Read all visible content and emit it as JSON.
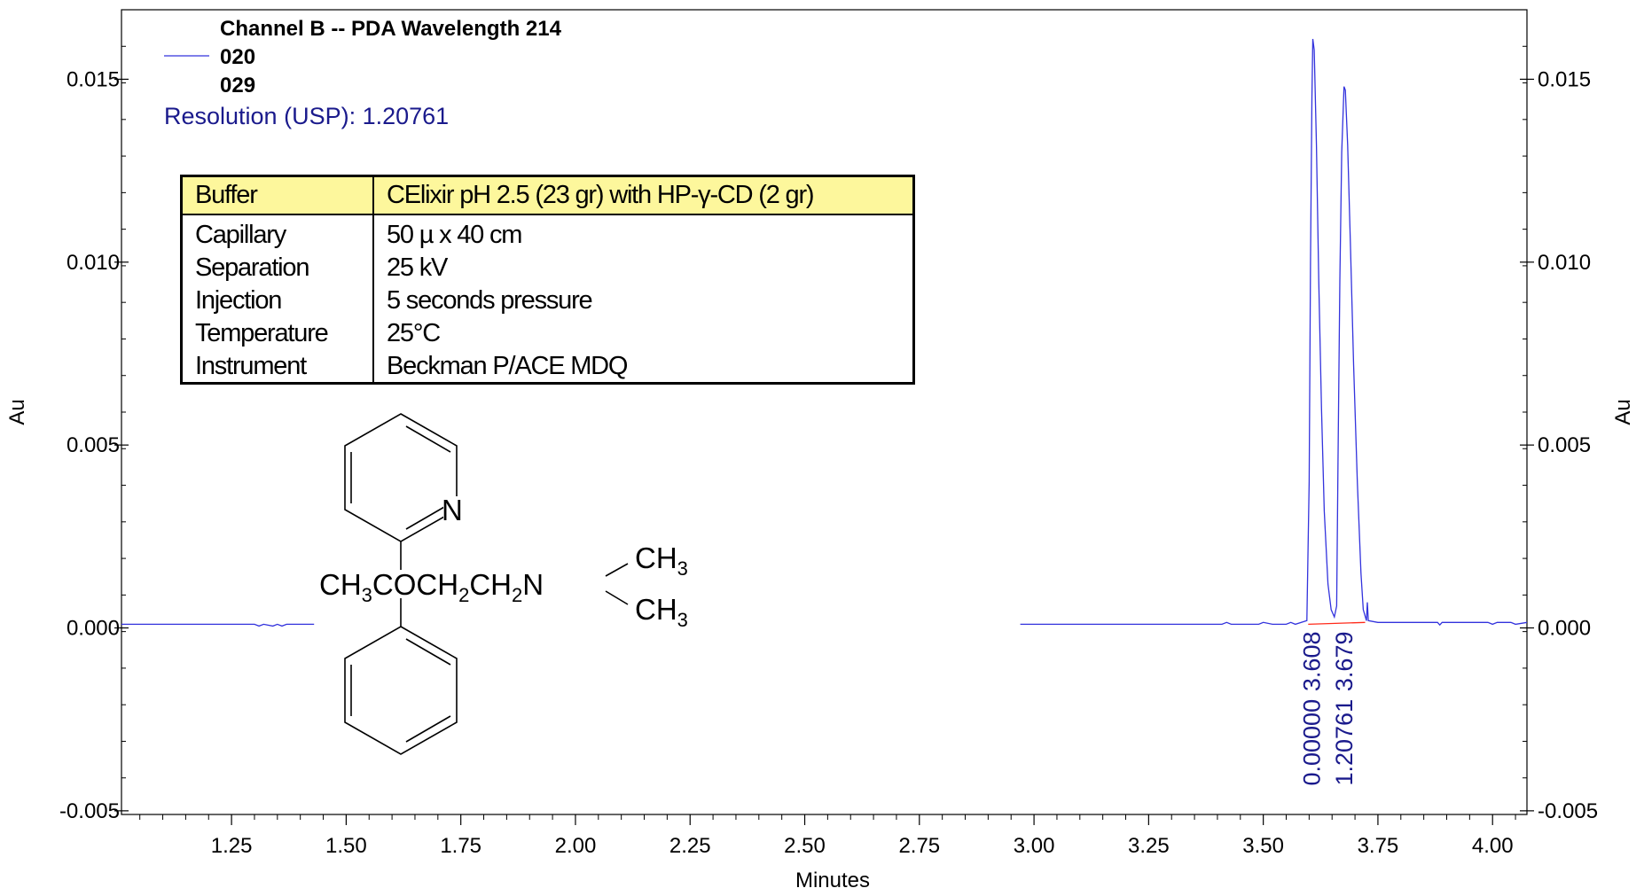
{
  "legend": {
    "title": "Channel B -- PDA Wavelength 214",
    "entries": [
      "020",
      "029"
    ],
    "line_color": "#3333dd"
  },
  "resolution_text": "Resolution (USP): 1.20761",
  "info_table": {
    "header": {
      "key": "Buffer",
      "value": "CElixir pH 2.5 (23 gr) with HP-γ-CD (2 gr)"
    },
    "rows": [
      {
        "key": "Capillary",
        "value": "50 µ x 40 cm"
      },
      {
        "key": "Separation",
        "value": "25 kV"
      },
      {
        "key": "Injection",
        "value": "5 seconds pressure"
      },
      {
        "key": "Temperature",
        "value": "25°C"
      },
      {
        "key": "Instrument",
        "value": "Beckman P/ACE MDQ"
      }
    ],
    "header_color": "#fdf79c"
  },
  "structure_labels": {
    "nitrogen": "N",
    "chain_parts": [
      "CH",
      "3",
      "COCH",
      "2",
      "CH",
      "2",
      "N"
    ],
    "methyl_top": [
      "CH",
      "3"
    ],
    "methyl_bottom": [
      "CH",
      "3"
    ]
  },
  "chart_data": {
    "type": "line",
    "xlabel": "Minutes",
    "ylabel_left": "Au",
    "ylabel_right": "Au",
    "xlim": [
      1.01,
      4.075
    ],
    "ylim": [
      -0.0051,
      0.0169
    ],
    "x_ticks": [
      "1.25",
      "1.50",
      "1.75",
      "2.00",
      "2.25",
      "2.50",
      "2.75",
      "3.00",
      "3.25",
      "3.50",
      "3.75",
      "4.00"
    ],
    "x_tick_values": [
      1.25,
      1.5,
      1.75,
      2.0,
      2.25,
      2.5,
      2.75,
      3.0,
      3.25,
      3.5,
      3.75,
      4.0
    ],
    "y_ticks": [
      "0.015",
      "0.010",
      "0.005",
      "0.000",
      "-0.005"
    ],
    "y_tick_values": [
      0.015,
      0.01,
      0.005,
      0.0,
      -0.005
    ],
    "grid": false,
    "series": [
      {
        "name": "020",
        "color": "#3333dd",
        "segments": [
          [
            [
              1.01,
              0.0001
            ],
            [
              1.3,
              0.0001
            ],
            [
              1.31,
              5e-05
            ],
            [
              1.32,
              0.0001
            ],
            [
              1.34,
              5e-05
            ],
            [
              1.35,
              0.0001
            ],
            [
              1.36,
              5e-05
            ],
            [
              1.37,
              0.0001
            ],
            [
              1.43,
              0.0001
            ]
          ],
          [
            [
              2.97,
              0.0001
            ],
            [
              3.41,
              0.0001
            ],
            [
              3.42,
              0.00015
            ],
            [
              3.43,
              0.0001
            ],
            [
              3.49,
              0.0001
            ],
            [
              3.5,
              0.00015
            ],
            [
              3.52,
              0.0001
            ],
            [
              3.55,
              0.0001
            ],
            [
              3.56,
              0.00015
            ],
            [
              3.57,
              0.0001
            ],
            [
              3.595,
              0.0002
            ],
            [
              3.6,
              0.004
            ],
            [
              3.603,
              0.01
            ],
            [
              3.606,
              0.0145
            ],
            [
              3.608,
              0.0161
            ],
            [
              3.611,
              0.0158
            ],
            [
              3.616,
              0.0132
            ],
            [
              3.621,
              0.0095
            ],
            [
              3.627,
              0.006
            ],
            [
              3.633,
              0.0032
            ],
            [
              3.641,
              0.0012
            ],
            [
              3.648,
              0.0005
            ],
            [
              3.655,
              0.0003
            ],
            [
              3.66,
              0.0006
            ],
            [
              3.663,
              0.0045
            ],
            [
              3.667,
              0.0095
            ],
            [
              3.671,
              0.013
            ],
            [
              3.676,
              0.0148
            ],
            [
              3.679,
              0.0147
            ],
            [
              3.684,
              0.0132
            ],
            [
              3.69,
              0.0105
            ],
            [
              3.697,
              0.0072
            ],
            [
              3.705,
              0.004
            ],
            [
              3.713,
              0.0015
            ],
            [
              3.718,
              0.0005
            ],
            [
              3.725,
              0.0002
            ],
            [
              3.727,
              0.0007
            ],
            [
              3.729,
              0.0002
            ],
            [
              3.75,
              0.00015
            ],
            [
              3.88,
              0.00015
            ],
            [
              3.885,
              8e-05
            ],
            [
              3.89,
              0.00015
            ],
            [
              3.99,
              0.00015
            ],
            [
              4.0,
              0.0001
            ],
            [
              4.01,
              0.00015
            ],
            [
              4.04,
              0.00015
            ],
            [
              4.05,
              0.0001
            ],
            [
              4.075,
              0.00015
            ]
          ]
        ]
      },
      {
        "name": "baseline",
        "color": "#ff2a1a",
        "segments": [
          [
            [
              3.598,
              0.0001
            ],
            [
              3.722,
              0.00015
            ]
          ]
        ]
      }
    ],
    "peak_labels": [
      {
        "x": 3.608,
        "time": "3.608",
        "resolution": "0.00000"
      },
      {
        "x": 3.679,
        "time": "3.679",
        "resolution": "1.20761"
      }
    ],
    "label_color": "#1a1a8c"
  }
}
